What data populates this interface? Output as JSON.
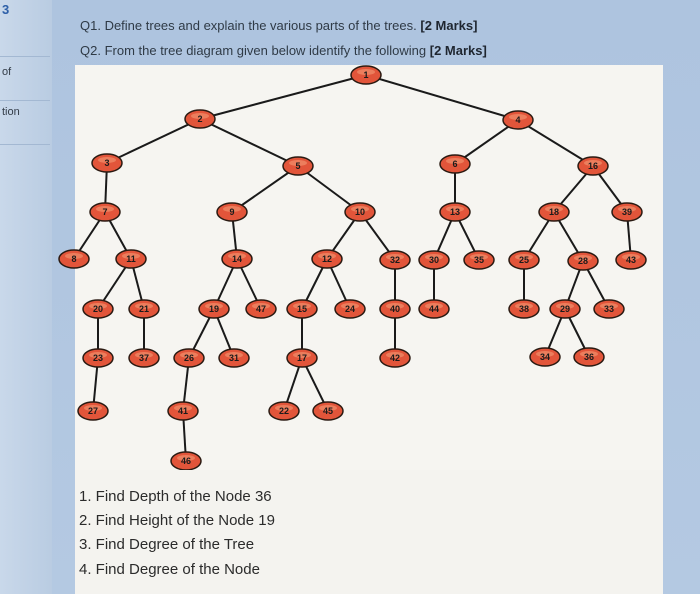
{
  "sidebar": {
    "labels": [
      "3",
      "of",
      "tion"
    ]
  },
  "questions": {
    "q1": {
      "text": "Q1. Define trees and explain the various parts of the trees.",
      "marks": "[2 Marks]"
    },
    "q2": {
      "text": "Q2. From the tree diagram given below identify the following",
      "marks": "[2 Marks]"
    }
  },
  "tree": {
    "root": "1",
    "edges": [
      [
        "1",
        "2"
      ],
      [
        "1",
        "4"
      ],
      [
        "2",
        "3"
      ],
      [
        "2",
        "5"
      ],
      [
        "4",
        "6"
      ],
      [
        "4",
        "16"
      ],
      [
        "3",
        "7"
      ],
      [
        "5",
        "9"
      ],
      [
        "5",
        "10"
      ],
      [
        "6",
        "13"
      ],
      [
        "16",
        "18"
      ],
      [
        "16",
        "39"
      ],
      [
        "7",
        "8"
      ],
      [
        "7",
        "11"
      ],
      [
        "9",
        "14"
      ],
      [
        "10",
        "12"
      ],
      [
        "10",
        "32"
      ],
      [
        "13",
        "30"
      ],
      [
        "13",
        "35"
      ],
      [
        "18",
        "25"
      ],
      [
        "18",
        "28"
      ],
      [
        "39",
        "43"
      ],
      [
        "11",
        "20"
      ],
      [
        "11",
        "21"
      ],
      [
        "14",
        "19"
      ],
      [
        "14",
        "47"
      ],
      [
        "12",
        "15"
      ],
      [
        "12",
        "24"
      ],
      [
        "32",
        "40"
      ],
      [
        "30",
        "44"
      ],
      [
        "25",
        "38"
      ],
      [
        "28",
        "29"
      ],
      [
        "28",
        "33"
      ],
      [
        "20",
        "23"
      ],
      [
        "21",
        "37"
      ],
      [
        "19",
        "26"
      ],
      [
        "19",
        "31"
      ],
      [
        "15",
        "17"
      ],
      [
        "40",
        "42"
      ],
      [
        "29",
        "34"
      ],
      [
        "29",
        "36"
      ],
      [
        "23",
        "27"
      ],
      [
        "26",
        "41"
      ],
      [
        "17",
        "22"
      ],
      [
        "17",
        "45"
      ],
      [
        "41",
        "46"
      ]
    ]
  },
  "tasks": [
    "1. Find Depth of the Node 36",
    "2. Find Height of the Node 19",
    "3. Find Degree of the Tree",
    "4. Find Degree of the Node"
  ],
  "colors": {
    "node_fill": "#e2553a",
    "node_highlight": "#f4a07a",
    "node_stroke": "#2a1a12",
    "edge": "#1a1a1a",
    "panel": "#f6f5f1"
  }
}
